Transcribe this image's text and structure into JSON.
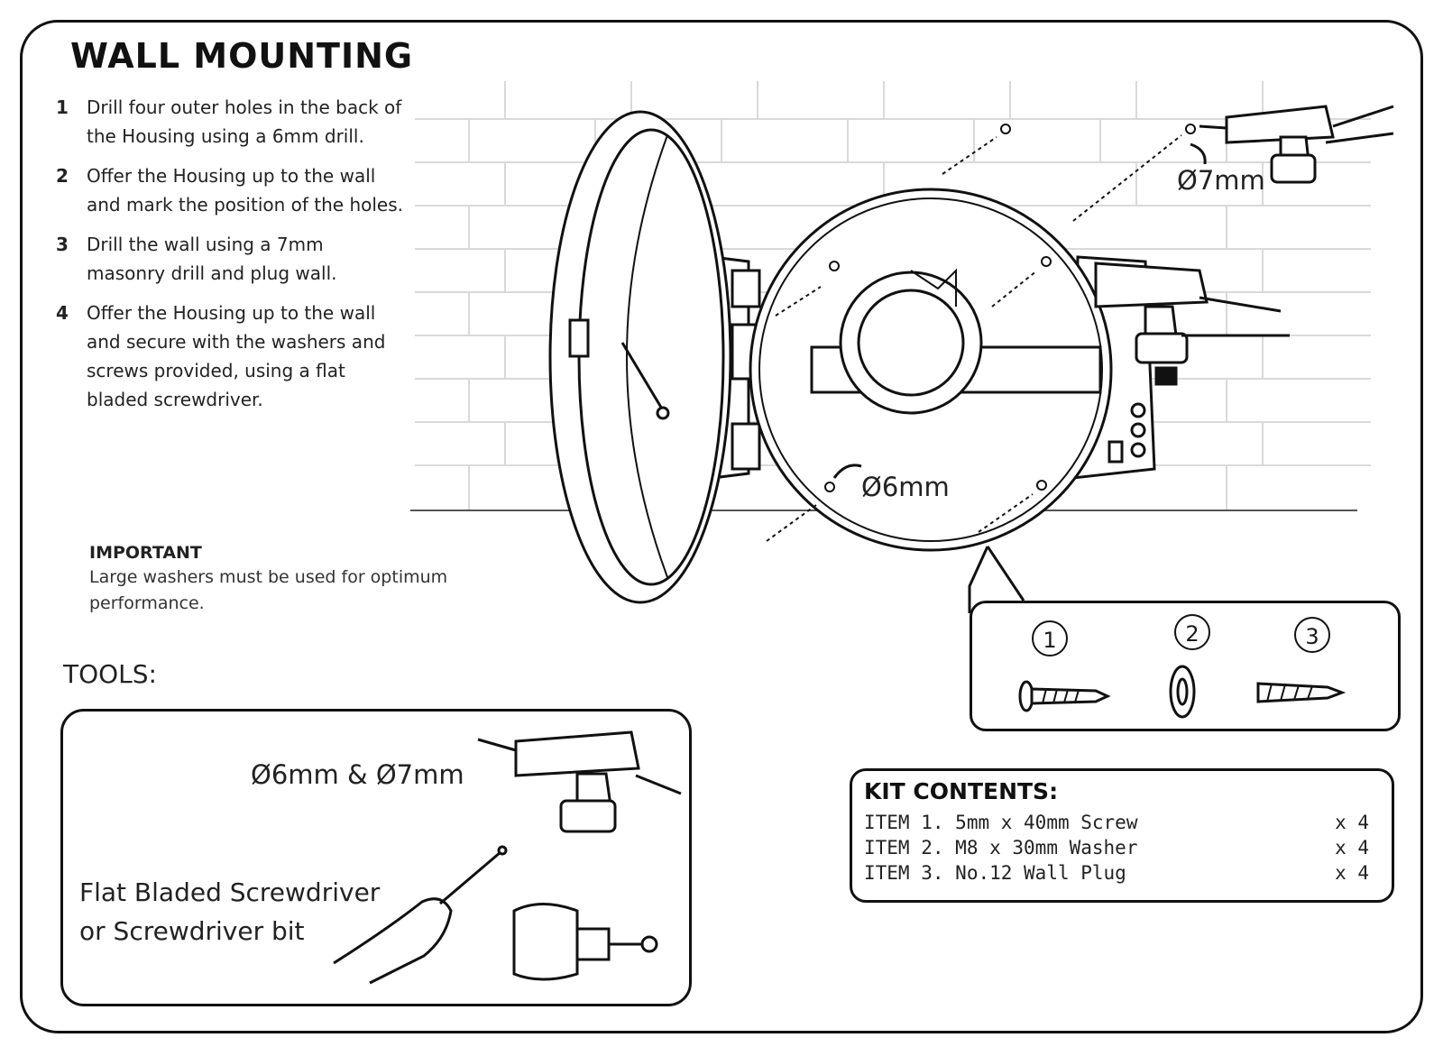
{
  "title": "WALL MOUNTING",
  "steps": [
    {
      "num": "1",
      "text": "Drill four outer holes in the back of the Housing using a 6mm drill."
    },
    {
      "num": "2",
      "text": "Offer the Housing up to the wall and mark the position of the holes."
    },
    {
      "num": "3",
      "text": "Drill the wall using a 7mm masonry drill and plug wall."
    },
    {
      "num": "4",
      "text": "Offer the Housing up to the wall and secure with the washers and screws provided, using a flat bladed screwdriver."
    }
  ],
  "important": {
    "heading": "IMPORTANT",
    "text": "Large washers must be used for optimum performance."
  },
  "diagram": {
    "dim_7mm": "Ø7mm",
    "dim_6mm": "Ø6mm",
    "parts": [
      "1",
      "2",
      "3"
    ]
  },
  "tools": {
    "heading": "TOOLS:",
    "drill_label": "Ø6mm & Ø7mm",
    "driver_line1": "Flat Bladed Screwdriver",
    "driver_line2": "or Screwdriver bit"
  },
  "kit": {
    "heading": "KIT CONTENTS:",
    "items": [
      {
        "item": "ITEM 1.",
        "desc": "5mm x 40mm Screw",
        "qty": "x 4"
      },
      {
        "item": "ITEM 2.",
        "desc": "M8 x 30mm Washer",
        "qty": "x 4"
      },
      {
        "item": "ITEM 3.",
        "desc": "No.12 Wall Plug",
        "qty": "x 4"
      }
    ]
  }
}
